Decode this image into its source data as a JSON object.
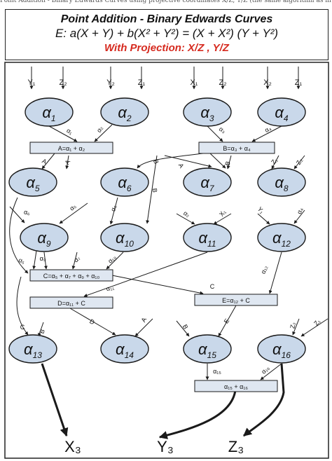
{
  "top_caption": "Point Addition - Binary Edwards Curves using projective coordinates X/Z, Y/Z (the same algorithm as in the references)",
  "header": {
    "title": "Point Addition - Binary Edwards Curves",
    "equation": "E: a(X + Y) + b(X² + Y²) = (X + X²) (Y + Y²)",
    "projection": "With Projection: X/Z , Y/Z"
  },
  "colors": {
    "node_fill": "#c9d8ea",
    "box_fill": "#dfe7f1",
    "projection_red": "#d62a1f",
    "stroke": "#1a1a1a"
  },
  "nodes": [
    {
      "id": "a1",
      "sub": "1"
    },
    {
      "id": "a2",
      "sub": "2"
    },
    {
      "id": "a3",
      "sub": "3"
    },
    {
      "id": "a4",
      "sub": "4"
    },
    {
      "id": "a5",
      "sub": "5"
    },
    {
      "id": "a6",
      "sub": "6"
    },
    {
      "id": "a7",
      "sub": "7"
    },
    {
      "id": "a8",
      "sub": "8"
    },
    {
      "id": "a9",
      "sub": "9"
    },
    {
      "id": "a10",
      "sub": "10"
    },
    {
      "id": "a11",
      "sub": "11"
    },
    {
      "id": "a12",
      "sub": "12"
    },
    {
      "id": "a13",
      "sub": "13"
    },
    {
      "id": "a14",
      "sub": "14"
    },
    {
      "id": "a15",
      "sub": "15"
    },
    {
      "id": "a16",
      "sub": "16"
    }
  ],
  "boxes": [
    {
      "id": "boxA",
      "label": "A=α₁ + α₂"
    },
    {
      "id": "boxB",
      "label": "B=α₃ + α₄"
    },
    {
      "id": "boxC",
      "label": "C=α₅ + α₇ + α₉ + α₁₀"
    },
    {
      "id": "boxD",
      "label": "D=α₁₁ + C"
    },
    {
      "id": "boxE",
      "label": "E=α₁₂ + C"
    },
    {
      "id": "boxF",
      "label": "α₁₅ + α₁₆"
    }
  ],
  "input_labels": [
    {
      "id": "y1",
      "text": "Y₁"
    },
    {
      "id": "z2a",
      "text": "Z₂"
    },
    {
      "id": "y2",
      "text": "Y₂"
    },
    {
      "id": "z1a",
      "text": "Z₁"
    },
    {
      "id": "x1",
      "text": "X₁"
    },
    {
      "id": "z2b",
      "text": "Z₂"
    },
    {
      "id": "x2",
      "text": "X₂"
    },
    {
      "id": "z1b",
      "text": "Z₁"
    }
  ],
  "edge_labels": [
    {
      "id": "l_a1",
      "text": "α₁"
    },
    {
      "id": "l_a2",
      "text": "α₂"
    },
    {
      "id": "l_a3",
      "text": "α₃"
    },
    {
      "id": "l_a4",
      "text": "α₄"
    },
    {
      "id": "l_A5",
      "text": "A"
    },
    {
      "id": "l_A5b",
      "text": "A"
    },
    {
      "id": "l_B6",
      "text": "B"
    },
    {
      "id": "l_B10",
      "text": "B"
    },
    {
      "id": "l_A7",
      "text": "A"
    },
    {
      "id": "l_B7",
      "text": "B"
    },
    {
      "id": "l_Z1c",
      "text": "Z₁"
    },
    {
      "id": "l_Z2c",
      "text": "Z₂"
    },
    {
      "id": "l_a6_9",
      "text": "α₆"
    },
    {
      "id": "l_a5_9",
      "text": "α₅"
    },
    {
      "id": "l_a6_10",
      "text": "α₆"
    },
    {
      "id": "l_a2_11",
      "text": "α₂"
    },
    {
      "id": "l_X1",
      "text": "X₁"
    },
    {
      "id": "l_Y1",
      "text": "Y₁"
    },
    {
      "id": "l_a4_12",
      "text": "α₄"
    },
    {
      "id": "l_a5c",
      "text": "α₅"
    },
    {
      "id": "l_a9c",
      "text": "α₉"
    },
    {
      "id": "l_a7c",
      "text": "α₇"
    },
    {
      "id": "l_a10c",
      "text": "α₁₀"
    },
    {
      "id": "l_a11",
      "text": "α₁₁"
    },
    {
      "id": "l_a12",
      "text": "α₁₂"
    },
    {
      "id": "l_CE",
      "text": "C"
    },
    {
      "id": "l_C13",
      "text": "C"
    },
    {
      "id": "l_B13",
      "text": "B"
    },
    {
      "id": "l_D14",
      "text": "D"
    },
    {
      "id": "l_A14",
      "text": "A"
    },
    {
      "id": "l_B15",
      "text": "B"
    },
    {
      "id": "l_E15",
      "text": "E"
    },
    {
      "id": "l_Z2d",
      "text": "Z₂"
    },
    {
      "id": "l_Z1d",
      "text": "Z₁"
    },
    {
      "id": "l_a15",
      "text": "α₁₅"
    },
    {
      "id": "l_a16",
      "text": "α₁₆"
    }
  ],
  "outputs": [
    {
      "id": "x3",
      "text": "X₃"
    },
    {
      "id": "y3",
      "text": "Y₃"
    },
    {
      "id": "z3",
      "text": "Z₃"
    }
  ],
  "alpha_symbol": "α"
}
